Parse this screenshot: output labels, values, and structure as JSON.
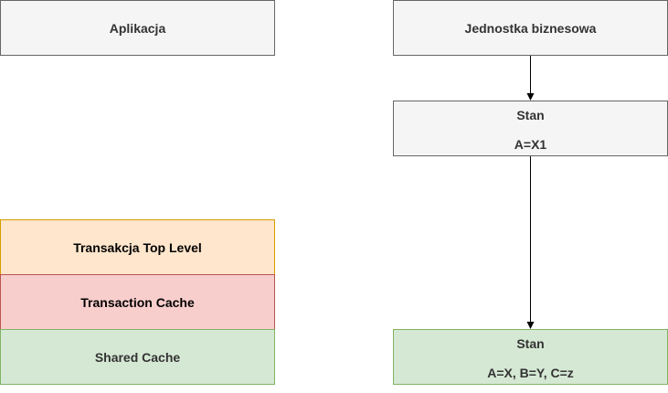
{
  "left_column": {
    "app_label": "Aplikacja",
    "transaction_top_label": "Transakcja Top Level",
    "transaction_cache_label": "Transaction Cache",
    "shared_cache_label": "Shared Cache"
  },
  "right_column": {
    "business_unit_label": "Jednostka biznesowa",
    "state_1": {
      "title": "Stan",
      "value": "A=X1"
    },
    "state_2": {
      "title": "Stan",
      "value": "A=X, B=Y, C=z"
    }
  },
  "colors": {
    "neutral_fill": "#f5f5f5",
    "orange_fill": "#ffe6cc",
    "red_fill": "#f8cecc",
    "green_fill": "#d5e8d4"
  }
}
